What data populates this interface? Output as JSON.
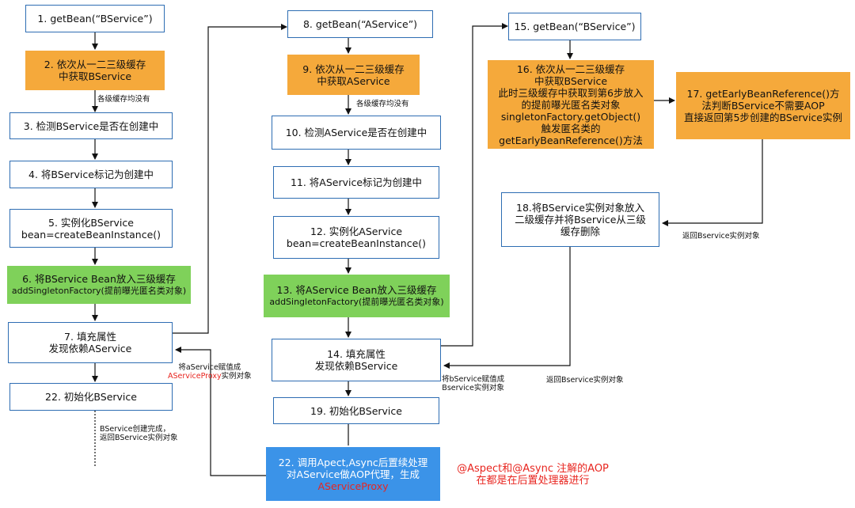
{
  "col1": {
    "b1": "1. getBean(“BService”)",
    "b2_l1": "2. 依次从一二三级缓存",
    "b2_l2": "中获取BService",
    "note_cache": "各级缓存均没有",
    "b3": "3. 检测BService是否在创建中",
    "b4": "4. 将BService标记为创建中",
    "b5_l1": "5. 实例化BService",
    "b5_l2": "bean=createBeanInstance()",
    "b6_l1": "6. 将BService Bean放入三级缓存",
    "b6_l2": "addSingletonFactory(提前曝光匿名类对象)",
    "b7_l1": "7. 填充属性",
    "b7_l2": "发现依赖AService",
    "note_assign_l1": "将aService赋值成",
    "note_assign_l2": "AServiceProxy",
    "note_assign_l3": "实例对象",
    "b22": "22. 初始化BService",
    "note_done_l1": "BService创建完成，",
    "note_done_l2": "返回BService实例对象"
  },
  "col2": {
    "b8": "8. getBean(“AService”)",
    "b9_l1": "9. 依次从一二三级缓存",
    "b9_l2": "中获取AService",
    "note_cache": "各级缓存均没有",
    "b10": "10. 检测AService是否在创建中",
    "b11": "11. 将AService标记为创建中",
    "b12_l1": "12. 实例化AService",
    "b12_l2": "bean=createBeanInstance()",
    "b13_l1": "13. 将AService Bean放入三级缓存",
    "b13_l2": "addSingletonFactory(提前曝光匿名类对象)",
    "b14_l1": "14. 填充属性",
    "b14_l2": "发现依赖BService",
    "note_assign_l1": "将bService赋值成",
    "note_assign_l2": "Bservice实例对象",
    "b19": "19. 初始化BService",
    "b22_l1": "22. 调用Apect,Async后置续处理",
    "b22_l2": "对AService做AOP代理，生成",
    "b22_l3": "AServiceProxy",
    "aop_l1": "@Aspect和@Async 注解的AOP",
    "aop_l2": "在都是在后置处理器进行"
  },
  "col3": {
    "b15": "15. getBean(“BService”)",
    "b16_l1": "16. 依次从一二三级缓存",
    "b16_l2": "中获取BService",
    "b16_l3": "此时三级缓存中获取到第6步放入",
    "b16_l4": "的提前曝光匿名类对象",
    "b16_l5": "singletonFactory.getObject()",
    "b16_l6": "触发匿名类的",
    "b16_l7": "getEarlyBeanReference()方法",
    "b17_l1": "17. getEarlyBeanReference()方",
    "b17_l2": "法判断BService不需要AOP",
    "b17_l3": "直接返回第5步创建的BService实例",
    "b18_l1": "18.将BService实例对象放入",
    "b18_l2": "二级缓存并将Bservice从三级",
    "b18_l3": "缓存删除",
    "note_return1": "返回Bservice实例对象",
    "note_return2": "返回Bservice实例对象"
  },
  "colors": {
    "border": "#2e6db3",
    "orange": "#f5a93b",
    "green": "#7fd15a",
    "blue": "#3b93e8",
    "red": "#e8251f"
  }
}
